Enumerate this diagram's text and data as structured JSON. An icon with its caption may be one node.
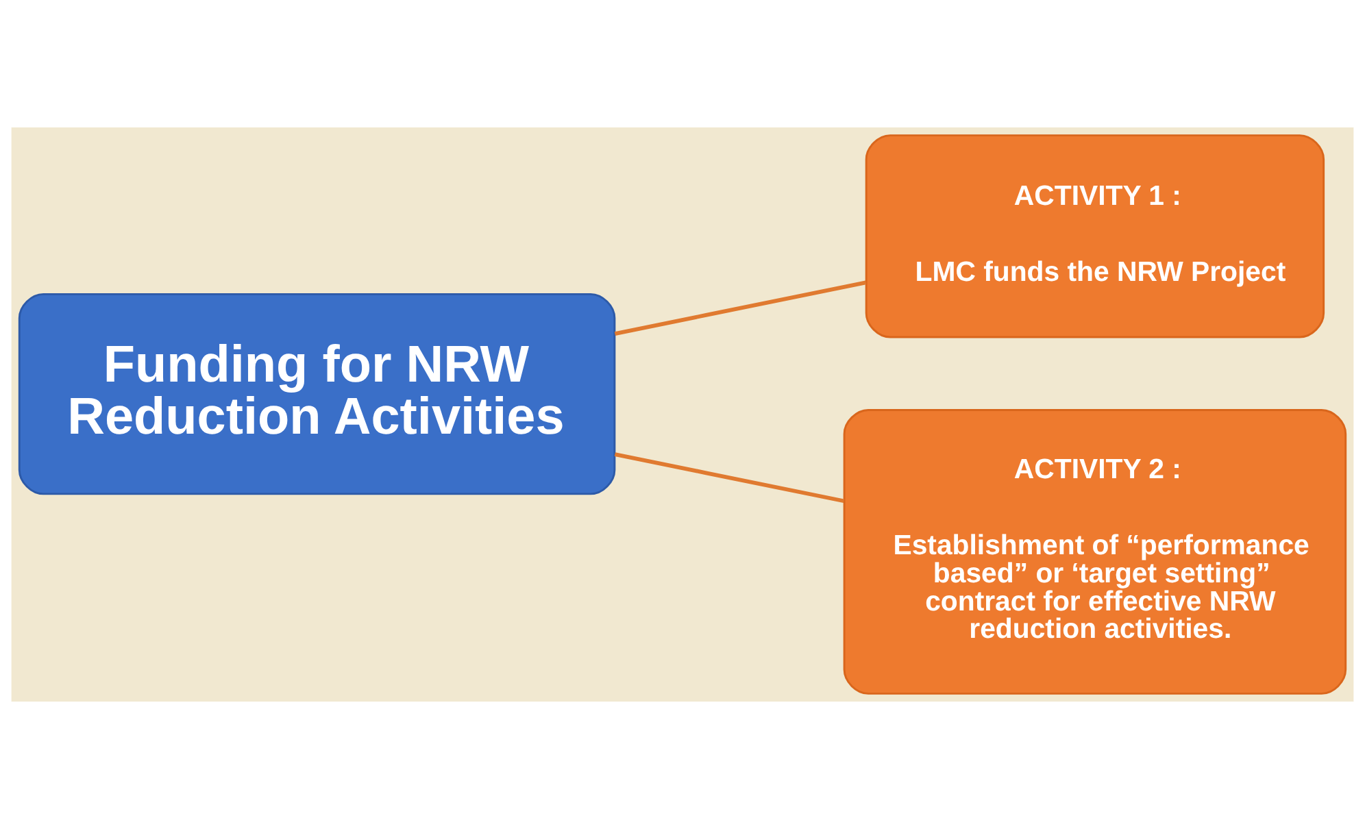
{
  "diagram": {
    "nodes": [
      {
        "text": [
          "Funding for NRW Reduction Activities"
        ]
      },
      {
        "text": [
          "ACTIVITY 1 :",
          "LMC funds the NRW Project"
        ]
      },
      {
        "text": [
          "ACTIVITY 2 :",
          "Establishment of “performance based” or ‘target setting” contract for effective NRW reduction activities."
        ]
      }
    ],
    "edges": [
      {
        "from": 0,
        "to": 1,
        "arrow": "none"
      },
      {
        "from": 0,
        "to": 2,
        "arrow": "none"
      }
    ]
  }
}
